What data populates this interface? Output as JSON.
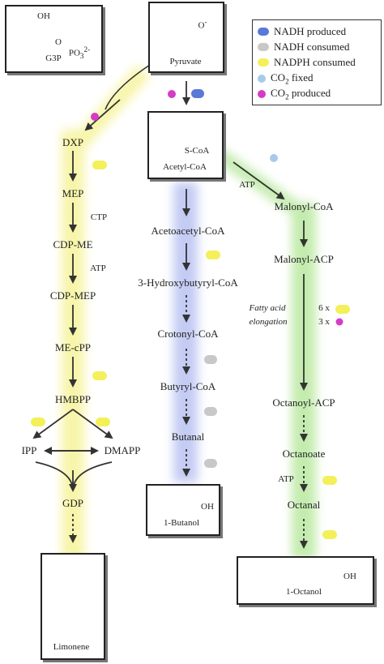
{
  "legend": {
    "nadh_produced": "NADH produced",
    "nadh_consumed": "NADH consumed",
    "nadph_consumed": "NADPH consumed",
    "co2_fixed_a": "CO",
    "co2_fixed_sub": "2",
    "co2_fixed_b": " fixed",
    "co2_produced_a": "CO",
    "co2_produced_sub": "2",
    "co2_produced_b": " produced"
  },
  "colors": {
    "nadh_produced": "#5a78d8",
    "nadh_consumed": "#c8c8c8",
    "nadph_consumed": "#f3f05a",
    "co2_fixed": "#a9c9ec",
    "co2_produced": "#d63bc6",
    "pathway_yellow": "#f6f39a",
    "pathway_blue": "#b9c2f2",
    "pathway_green": "#b9e8a0"
  },
  "start_boxes": {
    "g3p": "G3P",
    "pyruvate": "Pyruvate",
    "acetyl_coa": "Acetyl-CoA",
    "acetyl_coa_struct": "S-CoA",
    "g3p_struct_oh": "OH",
    "g3p_struct_po": "PO",
    "g3p_struct_po_sub": "3",
    "g3p_struct_po_sup": "2-",
    "pyruvate_struct_o": "O",
    "pyruvate_struct_sup": "-"
  },
  "mep_pathway": [
    "DXP",
    "MEP",
    "CDP-ME",
    "CDP-MEP",
    "ME-cPP",
    "HMBPP",
    "IPP",
    "DMAPP",
    "GDP"
  ],
  "mep_cofactors": {
    "ctp": "CTP",
    "atp": "ATP"
  },
  "butanol_pathway": [
    "Acetoacetyl-CoA",
    "3-Hydroxybutyryl-CoA",
    "Crotonyl-CoA",
    "Butyryl-CoA",
    "Butanal"
  ],
  "octanol_pathway": [
    "Malonyl-CoA",
    "Malonyl-ACP",
    "Octanoyl-ACP",
    "Octanoate",
    "Octanal"
  ],
  "octanol_cofactors": {
    "atp_malonyl": "ATP",
    "atp_octanal": "ATP",
    "fatty_acid": "Fatty acid",
    "elongation": "elongation",
    "six_x": "6 x",
    "three_x": "3 x"
  },
  "products": {
    "limonene": "Limonene",
    "butanol": "1-Butanol",
    "butanol_oh": "OH",
    "octanol": "1-Octanol",
    "octanol_oh": "OH"
  }
}
